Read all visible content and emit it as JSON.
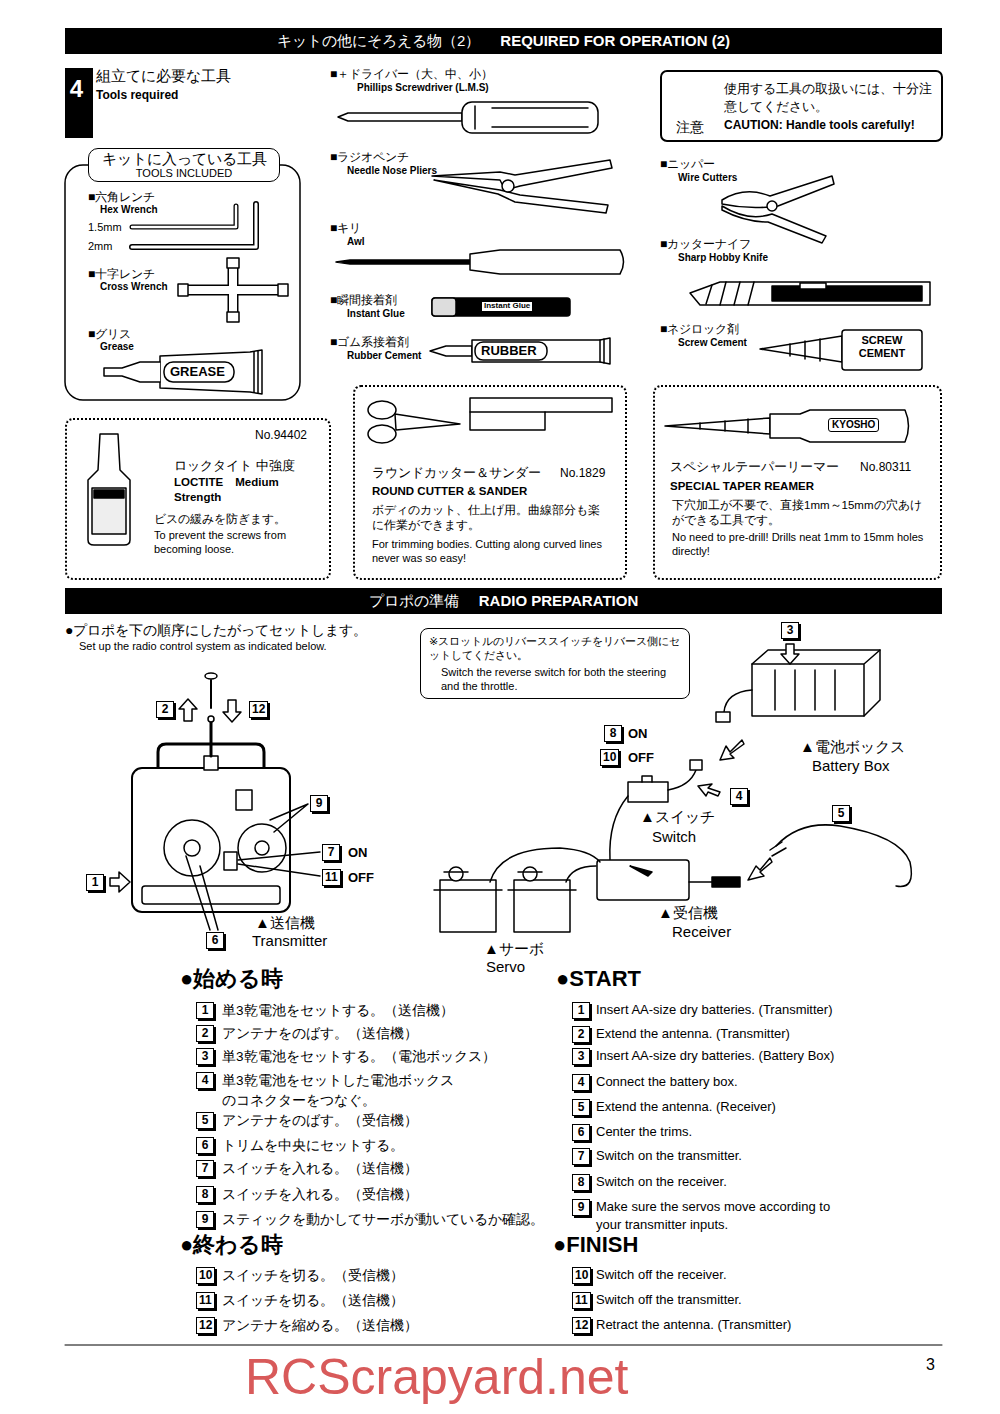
{
  "diagram": {
    "nodes": [
      {
        "text": [
          "キットの他にそろえる物（2）",
          "REQUIRED FOR OPERATION (2)"
        ]
      },
      {
        "text": [
          "4"
        ]
      },
      {
        "text": [
          "注意",
          "使用する工具の取扱いには、十分注意してください。",
          "CAUTION: Handle tools carefully!"
        ]
      },
      {
        "text": [
          "キットに入っている工具",
          "TOOLS INCLUDED"
        ]
      },
      {
        "text": [
          "No.94402",
          "ロックタイト 中強度",
          "LOCTITE　Medium Strength",
          "ビスの緩みを防ぎます。",
          "To prevent the screws from becoming loose."
        ]
      },
      {
        "text": [
          "ラウンドカッター＆サンダー",
          "No.1829",
          "ROUND CUTTER & SANDER",
          "ボディのカット、仕上げ用。曲線部分も楽に作業ができます。",
          "For trimming bodies. Cutting along curved lines never was so easy!"
        ]
      },
      {
        "text": [
          "スペシャルテーパーリーマー",
          "No.80311",
          "SPECIAL TAPER REAMER",
          "下穴加工が不要で、直接1mm～15mmの穴あけができる工具です。",
          "No need to pre-drill! Drills neat 1mm to 15mm holes directly!"
        ]
      },
      {
        "text": [
          "プロポの準備",
          "RADIO PREPARATION"
        ]
      },
      {
        "text": [
          "※スロットルのリバーススイッチをリバース側にセットしてください。",
          "Switch the reverse switch for both the steering and the throttle."
        ]
      }
    ],
    "labels": [
      "組立てに必要な工具",
      "Tools required",
      "■六角レンチ",
      "Hex Wrench",
      "1.5mm",
      "2mm",
      "■十字レンチ",
      "Cross Wrench",
      "■グリス",
      "Grease",
      "GREASE",
      "■＋ドライバー（大、中、小）",
      "Phillips Screwdriver (L.M.S)",
      "■ラジオペンチ",
      "Needle Nose Pliers",
      "■キリ",
      "Awl",
      "■瞬間接着剤",
      "Instant Glue",
      "Instant Glue",
      "■ゴム系接着剤",
      "Rubber Cement",
      "RUBBER",
      "■ニッパー",
      "Wire Cutters",
      "■カッターナイフ",
      "Sharp Hobby Knife",
      "■ネジロック剤",
      "Screw Cement",
      "SCREW CEMENT",
      "KYOSHO",
      "●プロポを下の順序にしたがってセットします。",
      "Set up the radio control system as indicated below.",
      "2",
      "12",
      "1",
      "9",
      "7",
      "ON",
      "11",
      "OFF",
      "6",
      "▲送信機",
      "Transmitter",
      "3",
      "▲電池ボックス",
      "Battery Box",
      "8",
      "ON",
      "10",
      "OFF",
      "4",
      "▲スイッチ",
      "Switch",
      "5",
      "▲受信機",
      "Receiver",
      "▲サーボ",
      "Servo",
      "●始める時",
      "1",
      "単3乾電池をセットする。（送信機）",
      "2",
      "アンテナをのばす。（送信機）",
      "3",
      "単3乾電池をセットする。（電池ボックス）",
      "4",
      "単3乾電池をセットした電池ボックスのコネクターをつなぐ。",
      "5",
      "アンテナをのばす。（受信機）",
      "6",
      "トリムを中央にセットする。",
      "7",
      "スイッチを入れる。（送信機）",
      "8",
      "スイッチを入れる。（受信機）",
      "9",
      "スティックを動かしてサーボが動いているか確認。",
      "●終わる時",
      "10",
      "スイッチを切る。（受信機）",
      "11",
      "スイッチを切る。（送信機）",
      "12",
      "アンテナを縮める。（送信機）",
      "●START",
      "1",
      "Insert AA-size dry batteries. (Transmitter)",
      "2",
      "Extend the antenna. (Transmitter)",
      "3",
      "Insert AA-size dry batteries. (Battery Box)",
      "4",
      "Connect the battery box.",
      "5",
      "Extend the antenna. (Receiver)",
      "6",
      "Center the trims.",
      "7",
      "Switch on the transmitter.",
      "8",
      "Switch on the receiver.",
      "9",
      "Make sure the servos move according to your transmitter inputs.",
      "●FINISH",
      "10",
      "Switch off the receiver.",
      "11",
      "Switch off the transmitter.",
      "12",
      "Retract the antenna. (Transmitter)",
      "3",
      "RCScrapyard.net"
    ]
  }
}
